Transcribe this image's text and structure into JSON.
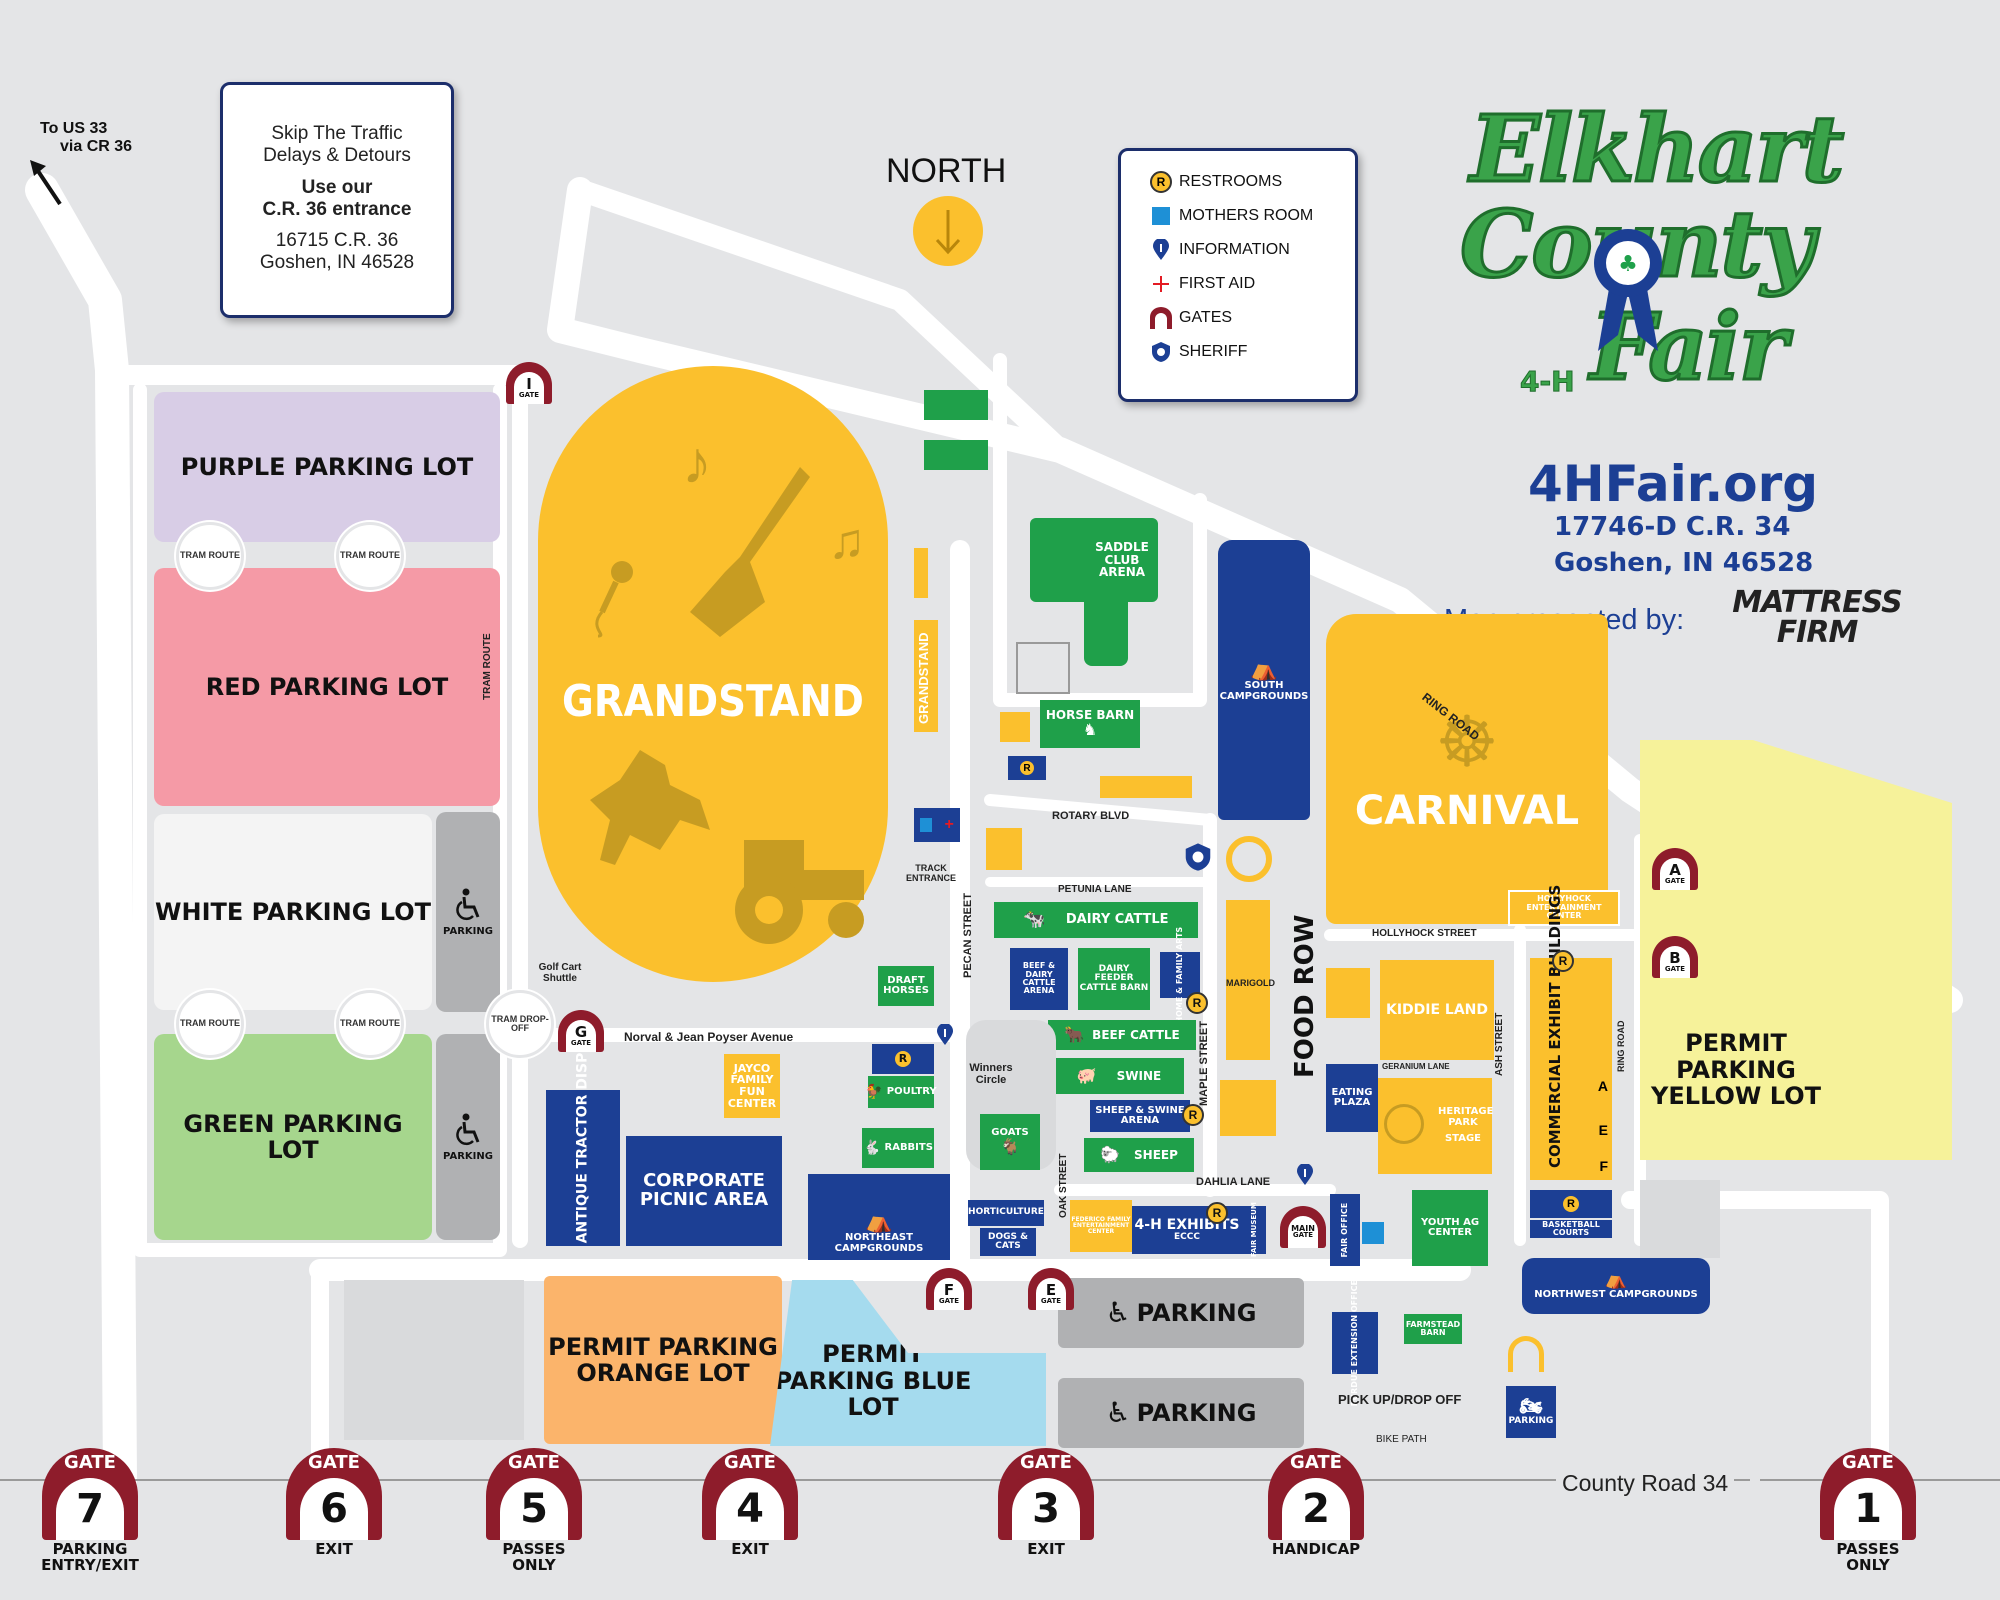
{
  "colors": {
    "background": "#e4e5e7",
    "road": "#ffffff",
    "grandstand": "#fbc02d",
    "building_green": "#1fa04a",
    "building_blue": "#1c3f94",
    "gate": "#8e1c2b",
    "purple_lot": "#d8cde6",
    "red_lot": "#f59aa6",
    "white_lot": "#f4f4f4",
    "green_lot": "#a6d68d",
    "orange_lot": "#fbb46b",
    "blue_lot": "#a5dbee",
    "yellow_lot": "#f6f29a",
    "gray_parking": "#b0b1b3"
  },
  "info_box": {
    "line1": "Skip The Traffic",
    "line2": "Delays & Detours",
    "line3": "Use our",
    "line4": "C.R. 36 entrance",
    "line5": "16715 C.R. 36",
    "line6": "Goshen, IN 46528"
  },
  "to_us33": {
    "line1": "To US 33",
    "line2": "via CR 36"
  },
  "north": {
    "label": "NORTH",
    "icon": "down-arrow-icon"
  },
  "legend": [
    {
      "icon": "restroom-icon",
      "label": "RESTROOMS"
    },
    {
      "icon": "mothers-room-icon",
      "label": "MOTHERS ROOM"
    },
    {
      "icon": "information-icon",
      "label": "INFORMATION"
    },
    {
      "icon": "first-aid-icon",
      "label": "FIRST AID"
    },
    {
      "icon": "gate-icon",
      "label": "GATES"
    },
    {
      "icon": "sheriff-badge-icon",
      "label": "SHERIFF"
    }
  ],
  "logo": {
    "word1": "Elkhart",
    "word2": "County",
    "word3": "Fair",
    "sub": "4-H"
  },
  "website": {
    "url": "4HFair.org",
    "address1": "17746-D C.R. 34",
    "address2": "Goshen, IN 46528",
    "presented": "Map presented by:",
    "sponsor1": "MATTRESS",
    "sponsor2": "FIRM"
  },
  "lots": {
    "purple": "PURPLE PARKING LOT",
    "red": "RED PARKING LOT",
    "white": "WHITE PARKING LOT",
    "green": "GREEN PARKING LOT",
    "orange": "PERMIT PARKING ORANGE LOT",
    "blue": "PERMIT PARKING BLUE LOT",
    "yellow": "PERMIT PARKING YELLOW LOT",
    "parking": "PARKING",
    "parking_small": "PARKING"
  },
  "tram": {
    "route": "TRAM ROUTE",
    "dropoff": "TRAM DROP-OFF",
    "route_vertical": "TRAM ROUTE",
    "golf_cart": "Golf Cart Shuttle"
  },
  "grandstand": {
    "label": "GRANDSTAND",
    "side": "GRANDSTAND",
    "track_entrance": "TRACK ENTRANCE"
  },
  "areas": {
    "carnival": "CARNIVAL",
    "saddle_club": "SADDLE CLUB ARENA",
    "horse_barn": "HORSE BARN",
    "south_camp": "SOUTH CAMPGROUNDS",
    "dairy_cattle": "DAIRY CATTLE",
    "beef_dairy": "BEEF & DAIRY CATTLE ARENA",
    "dairy_feeder": "DAIRY FEEDER CATTLE BARN",
    "home_family": "HOME & FAMILY ARTS",
    "beef_cattle": "BEEF CATTLE",
    "swine": "SWINE",
    "sheep_swine": "SHEEP & SWINE ARENA",
    "sheep": "SHEEP",
    "draft_horses": "DRAFT HORSES",
    "jayco": "JAYCO FAMILY FUN CENTER",
    "poultry": "POULTRY",
    "rabbits": "RABBITS",
    "goats": "GOATS",
    "winners": "Winners Circle",
    "antique": "ANTIQUE TRACTOR DISPLAY",
    "corporate": "CORPORATE PICNIC AREA",
    "northeast_camp": "NORTHEAST CAMPGROUNDS",
    "horticulture": "HORTICULTURE",
    "dogs_cats": "DOGS & CATS",
    "eccc_small": "FEDERICO FAMILY ENTERTAINMENT CENTER",
    "exhibits": "4-H EXHIBITS",
    "eccc": "ECCC",
    "museum": "FAIR MUSEUM",
    "fair_office": "FAIR OFFICE",
    "youth_ag": "YOUTH AG CENTER",
    "food_row": "FOOD ROW",
    "eating_plaza": "EATING PLAZA",
    "kiddie": "KIDDIE LAND",
    "heritage": "HERITAGE PARK",
    "stage": "STAGE",
    "commercial": "COMMERCIAL EXHIBIT BUILDINGS",
    "hollyhock_ent": "HOLLYHOCK ENTERTAINMENT CENTER",
    "basketball": "BASKETBALL COURTS",
    "northwest_camp": "NORTHWEST CAMPGROUNDS",
    "farmstead": "FARMSTEAD BARN",
    "purdue": "PURDUE EXTENSION OFFICE",
    "pickup": "PICK UP/DROP OFF",
    "bike": "BIKE PATH",
    "cycle_parking": "PARKING",
    "marigold": "MARIGOLD"
  },
  "roads": {
    "norval": "Norval & Jean Poyser Avenue",
    "pecan": "PECAN STREET",
    "rotary": "ROTARY BLVD",
    "petunia": "PETUNIA LANE",
    "maple": "MAPLE STREET",
    "oak": "OAK STREET",
    "dahlia": "DAHLIA LANE",
    "hollyhock": "HOLLYHOCK STREET",
    "geranium": "GERANIUM LANE",
    "ash": "ASH STREET",
    "ring": "RING ROAD",
    "ring2": "RING ROAD",
    "county": "County Road 34"
  },
  "gates_small": [
    {
      "id": "I",
      "label": "GATE"
    },
    {
      "id": "G",
      "label": "GATE"
    },
    {
      "id": "F",
      "label": "GATE"
    },
    {
      "id": "E",
      "label": "GATE"
    },
    {
      "id": "MAIN",
      "label": "GATE"
    },
    {
      "id": "A",
      "label": "GATE"
    },
    {
      "id": "B",
      "label": "GATE"
    }
  ],
  "gates": [
    {
      "word": "GATE",
      "number": "7",
      "caption": "PARKING ENTRY/EXIT"
    },
    {
      "word": "GATE",
      "number": "6",
      "caption": "EXIT"
    },
    {
      "word": "GATE",
      "number": "5",
      "caption": "PASSES ONLY"
    },
    {
      "word": "GATE",
      "number": "4",
      "caption": "EXIT"
    },
    {
      "word": "GATE",
      "number": "3",
      "caption": "EXIT"
    },
    {
      "word": "GATE",
      "number": "2",
      "caption": "HANDICAP"
    },
    {
      "word": "GATE",
      "number": "1",
      "caption": "PASSES ONLY"
    }
  ],
  "commercial_letters": [
    "A",
    "E",
    "F"
  ],
  "restroom_letter": "R"
}
